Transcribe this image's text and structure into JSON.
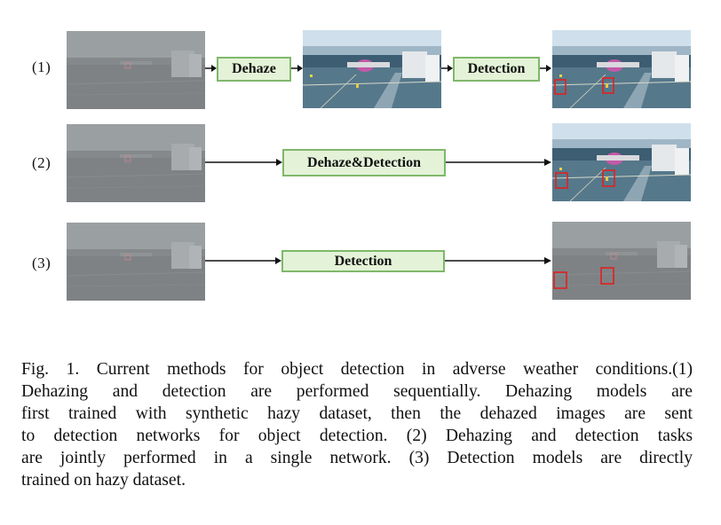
{
  "figure": {
    "rows": [
      {
        "label": "(1)",
        "boxes": [
          "Dehaze",
          "Detection"
        ]
      },
      {
        "label": "(2)",
        "boxes": [
          "Dehaze&Detection"
        ]
      },
      {
        "label": "(3)",
        "boxes": [
          "Detection"
        ]
      }
    ]
  },
  "caption": {
    "lines": [
      "Fig. 1.  Current methods for object detection in adverse weather conditions.(1)",
      "Dehazing and detection are performed sequentially. Dehazing models are",
      "first trained with synthetic hazy dataset, then the dehazed images are sent",
      "to detection networks for object detection. (2) Dehazing and detection tasks",
      "are jointly performed in a single network. (3) Detection models are directly",
      "trained on hazy dataset."
    ]
  },
  "colors": {
    "box_fill": "#e4f2d8",
    "box_border": "#7fb86a",
    "detection_box": "#e02020",
    "haze": "#8a8f92"
  }
}
